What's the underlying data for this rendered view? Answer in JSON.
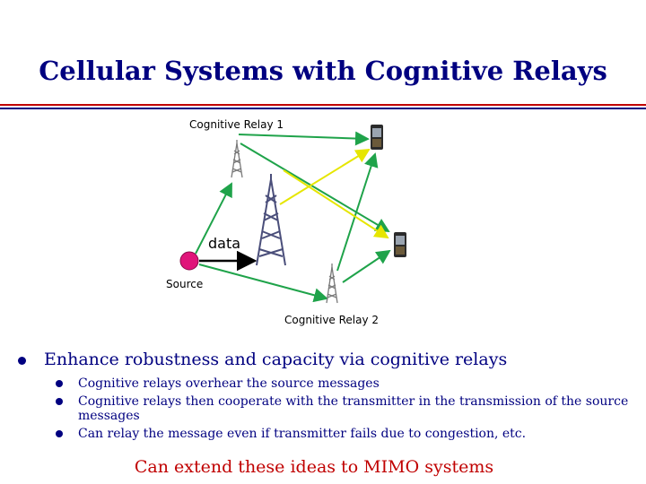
{
  "slide": {
    "title": "Cellular Systems with Cognitive Relays",
    "accent_colors": {
      "title": "#000080",
      "rule_red": "#c00000",
      "rule_blue": "#000080",
      "closing": "#c00000"
    }
  },
  "diagram": {
    "relay1_label": "Cognitive Relay 1",
    "relay2_label": "Cognitive Relay 2",
    "source_label": "Source",
    "data_label": "data",
    "colors": {
      "green_link": "#1fa34a",
      "yellow_link": "#e6e600",
      "source_node": "#e0157a",
      "tower": "#7a7a7a",
      "main_tower": "#4a4e7a"
    },
    "icons": [
      "relay-tower-icon",
      "base-station-tower-icon",
      "mobile-phone-icon"
    ]
  },
  "bullets": {
    "main": "Enhance robustness and capacity via cognitive relays",
    "sub": [
      "Cognitive relays overhear the source messages",
      "Cognitive relays then cooperate with the transmitter in the transmission of the source messages",
      "Can relay the message even if transmitter fails due to congestion, etc."
    ]
  },
  "closing": "Can extend these ideas to MIMO systems"
}
